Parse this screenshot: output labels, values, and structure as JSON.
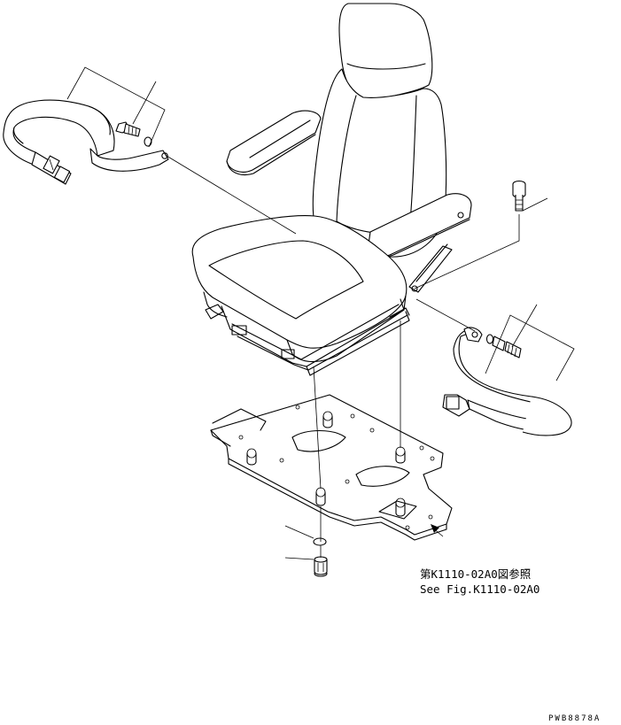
{
  "reference": {
    "line_jp": "第K1110-02A0図参照",
    "line_en": "See Fig.K1110-02A0"
  },
  "drawing_code": "PWB8878A"
}
